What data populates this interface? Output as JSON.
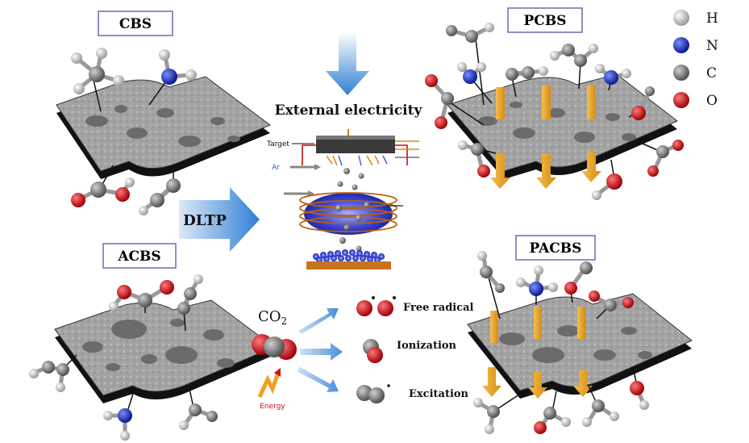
{
  "labels": {
    "cbs": "CBS",
    "acbs": "ACBS",
    "pcbs": "PCBS",
    "pacbs": "PACBS",
    "external": "External electricity",
    "dltp": "DLTP",
    "target": "Target",
    "ar": "Ar",
    "co2_main": "CO",
    "co2_sub": "2",
    "energy": "Energy",
    "free_radical": "Free radical",
    "ionization": "Ionization",
    "excitation": "Excitation"
  },
  "legend": [
    {
      "symbol": "H",
      "color": "#d9d9d9"
    },
    {
      "symbol": "N",
      "color": "#1a2fb8"
    },
    {
      "symbol": "C",
      "color": "#8a8a8a"
    },
    {
      "symbol": "O",
      "color": "#d0101a"
    }
  ],
  "colors": {
    "sheet": "#9a9a9a",
    "sheet_edge": "#1a1a1a",
    "orange": "#e6a020",
    "blue_arrow": "#3f8ad9",
    "plasma": "#3a46d8",
    "substrate": "#c8741e"
  }
}
